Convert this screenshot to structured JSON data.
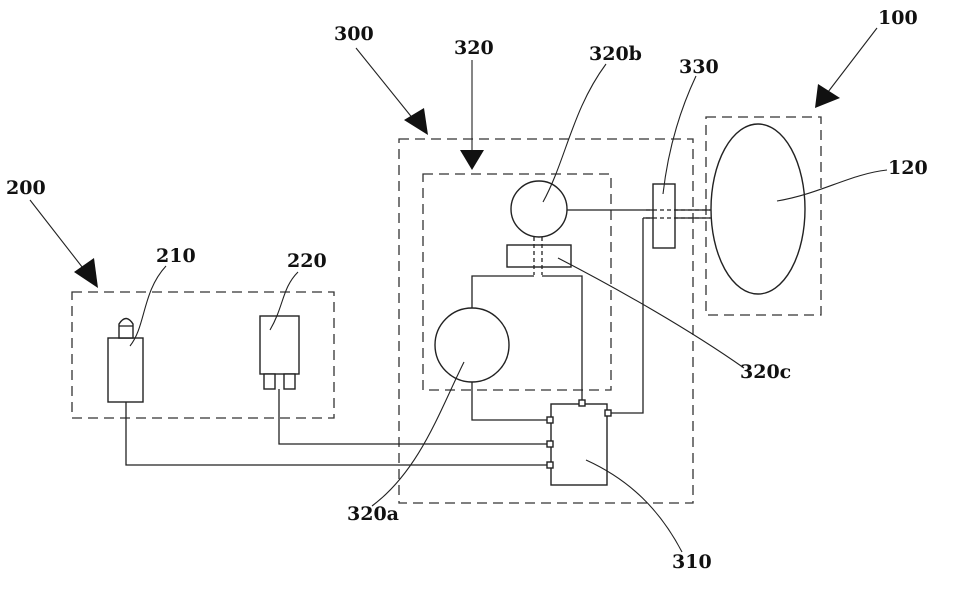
{
  "labels": {
    "l100": "100",
    "l120": "120",
    "l200": "200",
    "l210": "210",
    "l220": "220",
    "l300": "300",
    "l310": "310",
    "l320": "320",
    "l320a": "320a",
    "l320b": "320b",
    "l320c": "320c",
    "l330": "330"
  }
}
